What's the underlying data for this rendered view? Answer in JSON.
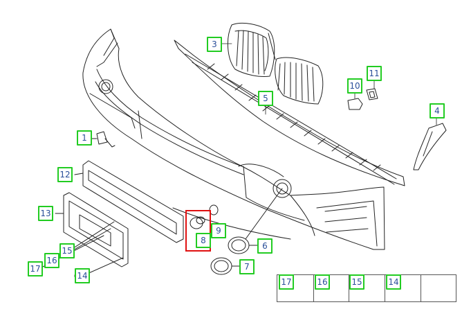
{
  "diagram": {
    "colors": {
      "callout_border": "#22cc22",
      "callout_text": "#2a4f9a",
      "highlight": "#e01010",
      "line": "#222222"
    },
    "callouts": [
      {
        "id": "c1",
        "label": "1"
      },
      {
        "id": "c3",
        "label": "3"
      },
      {
        "id": "c4",
        "label": "4"
      },
      {
        "id": "c5",
        "label": "5"
      },
      {
        "id": "c6",
        "label": "6"
      },
      {
        "id": "c7",
        "label": "7"
      },
      {
        "id": "c8",
        "label": "8"
      },
      {
        "id": "c9",
        "label": "9"
      },
      {
        "id": "c10",
        "label": "10"
      },
      {
        "id": "c11",
        "label": "11"
      },
      {
        "id": "c12",
        "label": "12"
      },
      {
        "id": "c13",
        "label": "13"
      },
      {
        "id": "c14",
        "label": "14"
      },
      {
        "id": "c15",
        "label": "15"
      },
      {
        "id": "c16",
        "label": "16"
      },
      {
        "id": "c17",
        "label": "17"
      }
    ],
    "highlighted_part": "8",
    "legend": [
      {
        "label": "17",
        "icon": "plug-cap-icon"
      },
      {
        "label": "16",
        "icon": "screw-icon"
      },
      {
        "label": "15",
        "icon": "washer-icon"
      },
      {
        "label": "14",
        "icon": "screw-icon"
      },
      {
        "label": "",
        "icon": "next-arrow-icon"
      }
    ]
  }
}
